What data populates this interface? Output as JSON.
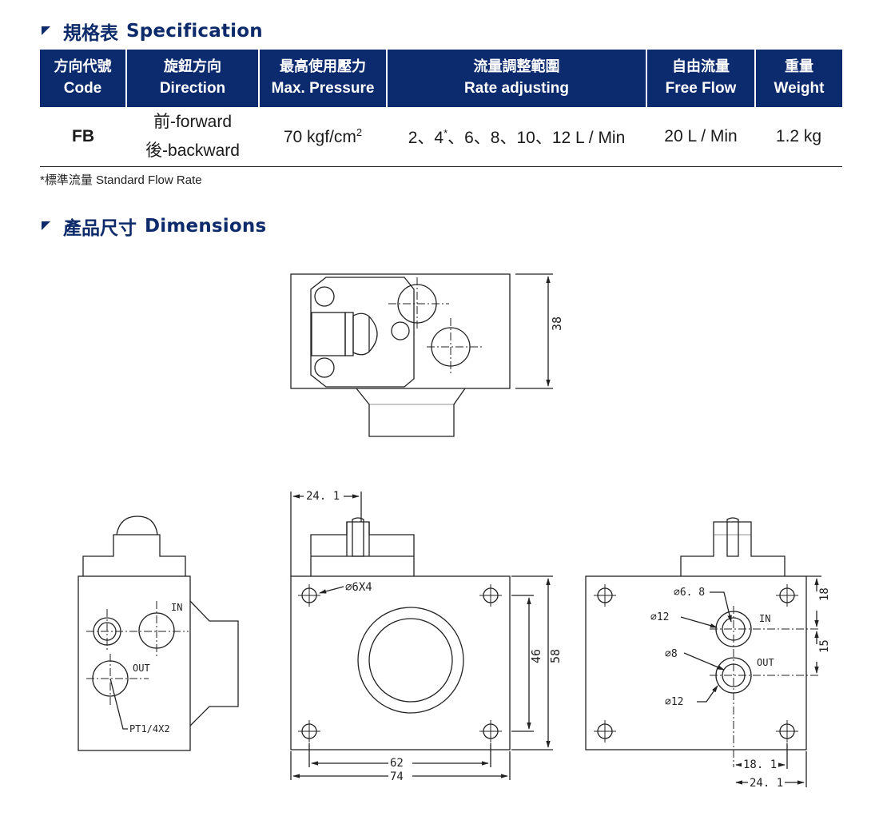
{
  "spec_section": {
    "title_zh": "規格表",
    "title_en": "Specification"
  },
  "spec_table": {
    "headers": [
      {
        "zh": "方向代號",
        "en": "Code"
      },
      {
        "zh": "旋鈕方向",
        "en": "Direction"
      },
      {
        "zh": "最高使用壓力",
        "en": "Max. Pressure"
      },
      {
        "zh": "流量調整範圍",
        "en": "Rate adjusting"
      },
      {
        "zh": "自由流量",
        "en": "Free Flow"
      },
      {
        "zh": "重量",
        "en": "Weight"
      }
    ],
    "row": {
      "code": "FB",
      "direction_1": "前-forward",
      "direction_2": "後-backward",
      "pressure": "70 kgf/cm",
      "pressure_sup": "2",
      "rate_a": "2、4",
      "rate_sup": "*",
      "rate_b": "、6、8、10、12 L / Min",
      "free_flow": "20 L / Min",
      "weight": "1.2 kg"
    }
  },
  "footnote": "*標準流量 Standard Flow Rate",
  "dim_section": {
    "title_zh": "產品尺寸",
    "title_en": "Dimensions"
  },
  "drawing_labels": {
    "height_top": "38",
    "width_offset": "24. 1",
    "hole_spec": "⌀6X4",
    "height_inner": "46",
    "height_outer": "58",
    "width_inner": "62",
    "width_outer": "74",
    "side_in": "IN",
    "side_out": "OUT",
    "port_spec": "PT1/4X2",
    "d_6_8": "⌀6. 8",
    "d_12_a": "⌀12",
    "d_8": "⌀8",
    "d_12_b": "⌀12",
    "rear_in": "IN",
    "rear_out": "OUT",
    "dim_18": "18",
    "dim_15": "15",
    "dim_18_1": "18. 1",
    "dim_24_1": "24. 1"
  }
}
